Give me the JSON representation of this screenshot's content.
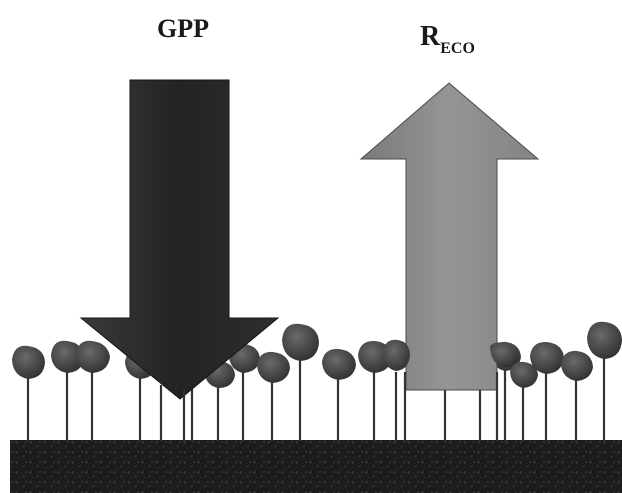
{
  "labels": {
    "gpp": "GPP",
    "reco_main": "R",
    "reco_sub": "ECO"
  },
  "colors": {
    "gpp_arrow": "#2b2b2b",
    "reco_arrow": "#8c8c8c",
    "soil": "#1e1e1e",
    "plant_stem": "#333333",
    "plant_head": "#4a4a4a"
  }
}
